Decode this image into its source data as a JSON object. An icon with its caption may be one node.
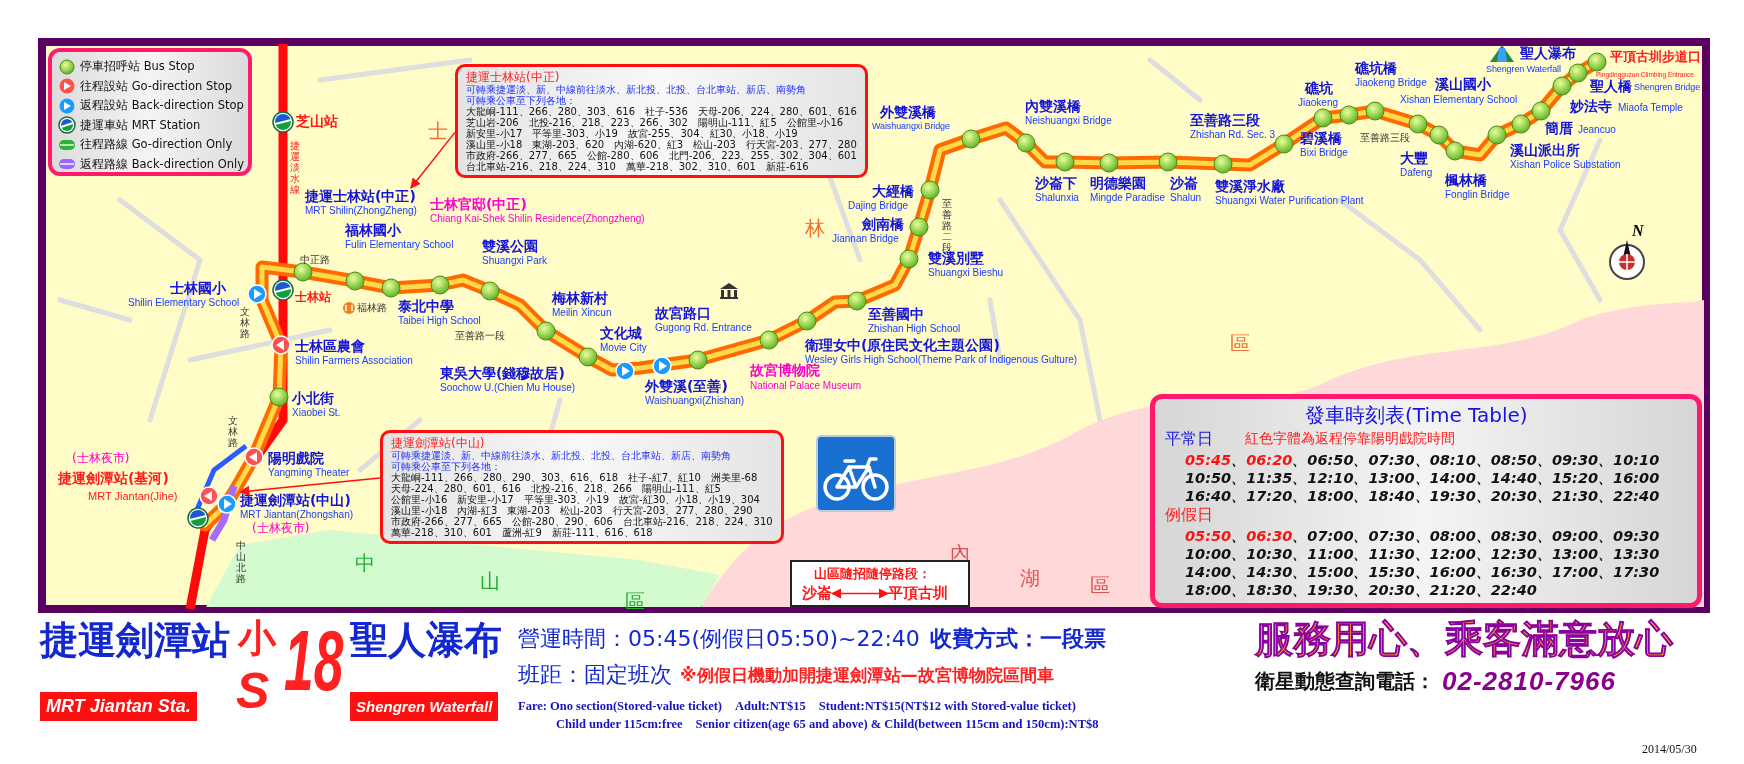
{
  "diagram": {
    "nodes": [
      {
        "text": [
          "捷運士林站(中正)",
          "可轉乘捷運淡、新、中線前往淡水、新北投、北投、台北車站、新店、南勢角",
          "可轉乘公車至下列各地：",
          "大龍峒-111、266、280、303、616　社子-536　天母-206、224、280、601、616",
          "芝山岩-206　北投-216、218、223、266、302　陽明山-111、紅5　公館里-小16",
          "新安里-小17　平等里-303、小19　故宮-255、304、紅30、小18、小19",
          "溪山里-小18　東湖-203、620　內湖-620、紅3　松山-203　行天宮-203、277、280",
          "市政府-266、277、665　公館-280、606　北門-206、223、255、302、304、601",
          "台北車站-216、218、224、310　萬華-218、302、310、601　新莊-616"
        ]
      },
      {
        "text": [
          "捷運劍潭站(中山)",
          "可轉乘捷運淡、新、中線前往淡水、新北投、北投、台北車站、新店、南勢角",
          "可轉乘公車至下列各地：",
          "大龍峒-111、266、280、290、303、616、618　社子-紅7、紅10　洲美里-68",
          "天母-224、280、601、616　北投-216、218、266　陽明山-111、紅5",
          "公館里-小16　新安里-小17　平等里-303、小19　故宮-紅30、小18、小19、304",
          "溪山里-小18　內湖-紅3　東湖-203　松山-203　行天宮-203、277、280、290",
          "市政府-266、277、665　公館-280、290、606　台北車站-216、218、224、310",
          "萬華-218、310、601　蘆洲-紅9　新莊-111、616、618"
        ]
      },
      {
        "text": [
          "發車時刻表(Time Table)",
          "平常日",
          "紅色字體為返程停靠陽明戲院時間",
          "05:45、06:20、06:50、07:30、08:10、08:50、09:30、10:10",
          "10:50、11:35、12:10、13:00、14:00、14:40、15:20、16:00",
          "16:40、17:20、18:00、18:40、19:30、20:30、21:30、22:40",
          "例假日",
          "05:50、06:30、07:00、07:30、08:00、08:30、09:00、09:30",
          "10:00、10:30、11:00、11:30、12:00、12:30、13:00、13:30",
          "14:00、14:30、15:00、15:30、16:00、16:30、17:00、17:30",
          "18:00、18:30、19:30、20:30、21:20、22:40"
        ]
      },
      {
        "text": [
          "山區隨招隨停路段："
        ]
      },
      {
        "text": [
          "沙崙"
        ],
        "in": 3
      },
      {
        "text": [
          "平頂古圳"
        ],
        "in": 3
      },
      {
        "text": [
          "捷運士林站(中正)",
          "MRT Shilin(ZhongZheng)"
        ]
      },
      {
        "text": [
          "捷運劍潭站(中山)",
          "MRT Jiantan(Zhongshan)",
          "(士林夜市)"
        ]
      }
    ],
    "edges": [
      {
        "from": 0,
        "to": 6,
        "arrow": "to"
      },
      {
        "from": 1,
        "to": 7,
        "arrow": "to"
      },
      {
        "from": 4,
        "to": 5,
        "arrow": "both"
      }
    ],
    "labels": [
      "芝山站",
      "士",
      "捷運淡水線",
      "平頂古圳步道口",
      "Pingdingguzun Climbing Entrance",
      "聖人瀑布",
      "Shengren Waterfall",
      "礁坑橋",
      "Jiaokeng Bridge",
      "溪山國小",
      "礁坑",
      "聖人橋",
      "Shengren Bridge",
      "Jiaokeng",
      "Xishan Elementary School",
      "妙法寺",
      "Miaofa Temple",
      "內雙溪橋",
      "Neishuangxi Bridge",
      "至善路三段",
      "外雙溪橋",
      "簡厝",
      "Jeancuo",
      "Zhishan Rd. Sec. 3",
      "碧溪橋",
      "至善路三段",
      "Waishuangxi Bridge",
      "溪山派出所",
      "Bixi Bridge",
      "大豐",
      "Xishan Police Substation",
      "Dafeng",
      "楓林橋",
      "沙崙下",
      "明德樂園",
      "沙崙",
      "雙溪淨水廠",
      "大經橋",
      "Fonglin Bridge",
      "Shalunxia",
      "Mingde Paradise",
      "Shalun",
      "Shuangxi Water Purification Plant",
      "士林官邸(中正)",
      "Dajing Bridge",
      "至善路二段",
      "林",
      "Chiang Kai-Shek Shilin Residence(Zhongzheng)",
      "劍南橋",
      "福林國小",
      "Jiannan Bridge",
      "雙溪公園",
      "Fulin Elementary School",
      "雙溪別墅",
      "中正路",
      "Shuangxi Park",
      "Shuangxi Bieshu",
      "士林國小",
      "梅林新村",
      "士林站",
      "Shilin Elementary School",
      "泰北中學",
      "福林路",
      "至善國中",
      "故宮路口",
      "文林路",
      "Meilin Xincun",
      "Taibei High School",
      "Zhishan High School",
      "Gugong Rd. Entrance",
      "文化城",
      "至善路一段",
      "區",
      "衛理女中(原住民文化主題公園)",
      "士林區農會",
      "Movie City",
      "Wesley Girls High School(Theme Park of Indigenous Gulture)",
      "Shilin Farmers Association",
      "故宮博物院",
      "東吳大學(錢穆故居)",
      "外雙溪(至善)",
      "National Palace Museum",
      "Soochow U.(Chien Mu House)",
      "小北街",
      "Waishuangxi(Zhishan)",
      "Xiaobei St.",
      "文林路",
      "陽明戲院",
      "(士林夜市)",
      "Yangming Theater",
      "捷運劍潭站(基河)",
      "MRT Jiantan(Jihe)",
      "中山北路",
      "內",
      "中",
      "湖",
      "山",
      "區",
      "區",
      "N",
      "捷運劍潭站",
      "小",
      "18",
      "聖人瀑布",
      "營運時間：05:45(例假日05:50)~22:40",
      "收費方式：一段票",
      "S",
      "班距：固定班次",
      "※例假日機動加開捷運劍潭站—故宮博物院區間車",
      "服務用心、乘客滿意放心",
      "衛星動態查詢電話：",
      "02-2810-7966",
      "MRT Jiantan Sta.",
      "Shengren Waterfall",
      "Fare: Ono section(Stored-value ticket)　Adult:NT$15　Student:NT$15(NT$12 with Stored-value ticket)",
      "Child under 115cm:free　Senior citizen(age 65 and above) & Child(between 115cm and 150cm):NT$8",
      "2014/05/30"
    ],
    "legend": [
      {
        "text": "停車招呼站 Bus Stop"
      },
      {
        "text": "往程設站 Go-direction Stop"
      },
      {
        "text": "返程設站 Back-direction Stop"
      },
      {
        "text": "捷運車站 MRT Station"
      },
      {
        "text": "往程路線 Go-direction Only"
      },
      {
        "text": "返程路線 Back-direction Only"
      }
    ]
  }
}
